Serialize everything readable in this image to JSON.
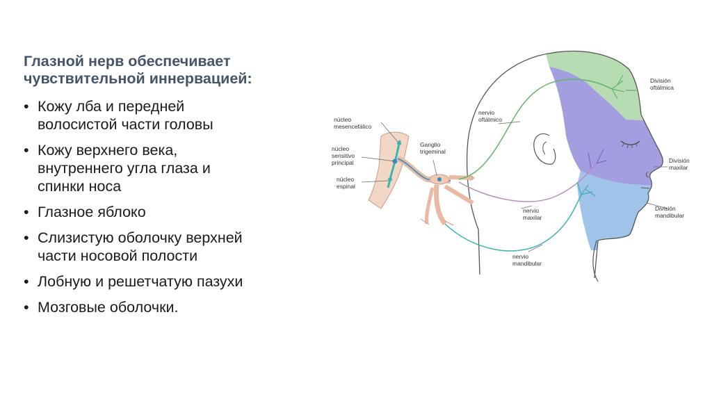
{
  "heading_lines": [
    "Глазной нерв обеспечивает",
    "чувствительной иннервацией:"
  ],
  "bullets": [
    "Кожу лба и передней\nволосистой части головы",
    "Кожу верхнего века,\nвнутреннего угла глаза и\nспинки носа",
    "Глазное яблоко",
    "Слизистую оболочку верхней\nчасти носовой полости",
    "Лобную и решетчатую пазухи",
    "Мозговые оболочки."
  ],
  "bullet_glyph": "•",
  "diagram": {
    "labels": {
      "nucleo_mesencefalico": [
        "núcleo",
        "mesencefálico"
      ],
      "nucleo_sensitivo": [
        "núcleo",
        "sensitivo",
        "principal"
      ],
      "nucleo_espinal": [
        "núcleo",
        "espinal"
      ],
      "ganglio": [
        "Ganglio",
        "trigeminal"
      ],
      "nervio_oftalmico": [
        "nervio",
        "oftálmico"
      ],
      "nervio_maxilar": [
        "nervio",
        "maxilar"
      ],
      "nervio_mandibular": [
        "nervio",
        "mandibular"
      ],
      "division_oftalmica": [
        "División",
        "oftálmica"
      ],
      "division_maxilar": [
        "División",
        "maxilar"
      ],
      "division_mandibular": [
        "División",
        "mandibular"
      ]
    },
    "colors": {
      "ophthalmic": "#9fcf9a",
      "maxillary": "#8c86d8",
      "mandibular": "#8fb8e6",
      "nerve_green": "#5fb56a",
      "nerve_purple": "#b98fc0",
      "nerve_teal": "#3bb3b0",
      "brainstem": "#f2d6c6",
      "outline": "#555555"
    }
  }
}
